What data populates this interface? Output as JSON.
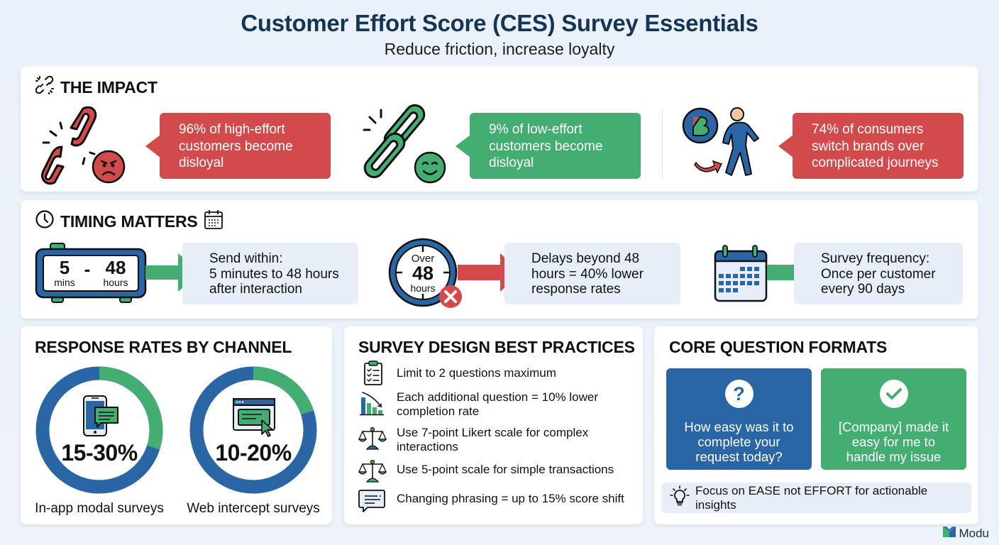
{
  "header": {
    "title": "Customer Effort Score (CES) Survey Essentials",
    "subtitle": "Reduce friction, increase loyalty"
  },
  "impact": {
    "heading": "THE IMPACT",
    "heading_icon": "broken-link-icon",
    "items": [
      {
        "icon": "broken-chain-angry-face-icon",
        "text": "96% of high-effort customers become disloyal",
        "color": "#d24a4b"
      },
      {
        "icon": "intact-chain-happy-face-icon",
        "text": "9% of low-effort customers become disloyal",
        "color": "#44ad72"
      },
      {
        "icon": "person-walking-away-from-brand-icon",
        "text": "74% of consumers switch brands over complicated journeys",
        "color": "#d24a4b"
      }
    ]
  },
  "timing": {
    "heading": "TIMING MATTERS",
    "heading_icons": [
      "clock-icon",
      "calendar-icon"
    ],
    "items": [
      {
        "icon": "alarm-clock-icon",
        "clock": {
          "from_value": "5",
          "from_unit": "mins",
          "sep": "-",
          "to_value": "48",
          "to_unit": "hours"
        },
        "arrow_color": "#44ad72",
        "text_lines": [
          "Send within:",
          "5 minutes to 48 hours",
          "after interaction"
        ]
      },
      {
        "icon": "stopwatch-with-x-icon",
        "clock": {
          "top": "Over",
          "value": "48",
          "unit": "hours"
        },
        "arrow_color": "#d24a4b",
        "text_lines": [
          "Delays beyond 48",
          "hours = 40% lower",
          "response rates"
        ]
      },
      {
        "icon": "calendar-grid-icon",
        "arrow_color": "#44ad72",
        "text_lines": [
          "Survey frequency:",
          "Once per customer",
          "every 90 days"
        ]
      }
    ]
  },
  "response_rates": {
    "heading": "RESPONSE RATES BY CHANNEL",
    "items": [
      {
        "icon": "smartphone-chat-icon",
        "value": "15-30%",
        "label": "In-app modal surveys",
        "green_fraction": 0.3
      },
      {
        "icon": "browser-window-cursor-icon",
        "value": "10-20%",
        "label": "Web intercept surveys",
        "green_fraction": 0.2
      }
    ],
    "colors": {
      "primary": "#2a65a6",
      "accent": "#44ad72"
    }
  },
  "best_practices": {
    "heading": "SURVEY DESIGN BEST PRACTICES",
    "items": [
      {
        "icon": "clipboard-checklist-icon",
        "text": "Limit to 2 questions maximum"
      },
      {
        "icon": "declining-bar-chart-icon",
        "text": "Each additional question = 10% lower completion rate"
      },
      {
        "icon": "balance-scale-icon",
        "text": "Use 7-point Likert scale for complex interactions"
      },
      {
        "icon": "balance-scale-icon",
        "text": "Use 5-point scale for simple transactions"
      },
      {
        "icon": "speech-bubble-icon",
        "text": "Changing phrasing = up to 15% score shift"
      }
    ]
  },
  "question_formats": {
    "heading": "CORE QUESTION FORMATS",
    "cards": [
      {
        "icon": "question-mark-icon",
        "text": "How easy was it to complete your request today?",
        "color": "#2a65a6"
      },
      {
        "icon": "checkmark-icon",
        "text": "[Company] made it easy for me to handle my issue",
        "color": "#44ad72"
      }
    ],
    "tip": {
      "icon": "lightbulb-icon",
      "text": "Focus on EASE not EFFORT for actionable insights"
    }
  },
  "brand": {
    "name": "Modu"
  }
}
